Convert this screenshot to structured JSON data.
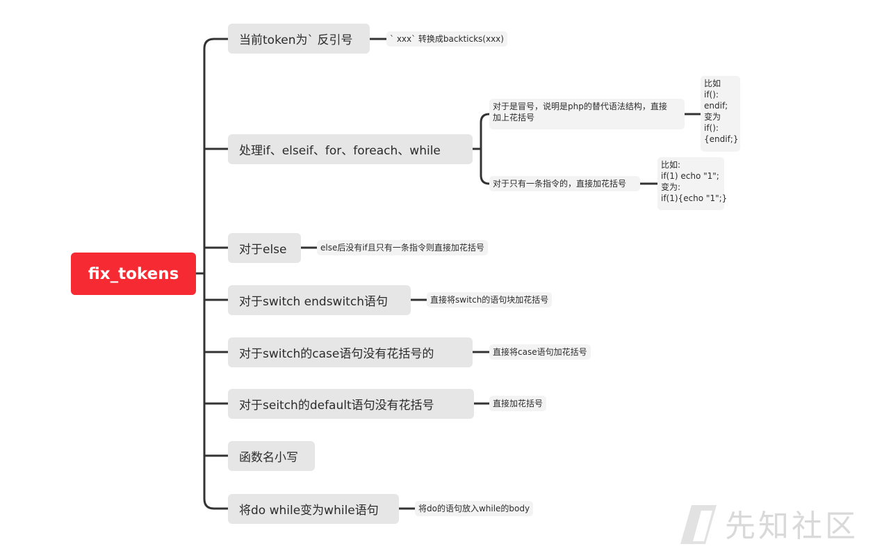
{
  "root": {
    "label": "fix_tokens"
  },
  "branches": [
    {
      "label": "当前token为` 反引号",
      "children": [
        {
          "label": "` xxx` 转换成backticks(xxx)"
        }
      ]
    },
    {
      "label": "处理if、elseif、for、foreach、while",
      "children": [
        {
          "label": "对于是冒号，说明是php的替代语法结构，直接\n加上花括号",
          "children": [
            {
              "label": "比如\nif():\nendif;\n变为\nif():\n{endif;}"
            }
          ]
        },
        {
          "label": "对于只有一条指令的，直接加花括号",
          "children": [
            {
              "label": "比如:\nif(1) echo \"1\";\n变为:\nif(1){echo \"1\";}"
            }
          ]
        }
      ]
    },
    {
      "label": "对于else",
      "children": [
        {
          "label": "else后没有if且只有一条指令则直接加花括号"
        }
      ]
    },
    {
      "label": "对于switch  endswitch语句",
      "children": [
        {
          "label": "直接将switch的语句块加花括号"
        }
      ]
    },
    {
      "label": "对于switch的case语句没有花括号的",
      "children": [
        {
          "label": "直接将case语句加花括号"
        }
      ]
    },
    {
      "label": "对于seitch的default语句没有花括号",
      "children": [
        {
          "label": "直接加花括号"
        }
      ]
    },
    {
      "label": "函数名小写",
      "children": []
    },
    {
      "label": "将do while变为while语句",
      "children": [
        {
          "label": "将do的语句放入while的body"
        }
      ]
    }
  ],
  "watermark": {
    "text": "先知社区"
  },
  "colors": {
    "root": "#f52a33",
    "main_node": "#e6e6e6",
    "sub_node": "#f3f3f3",
    "connector": "#333333"
  }
}
